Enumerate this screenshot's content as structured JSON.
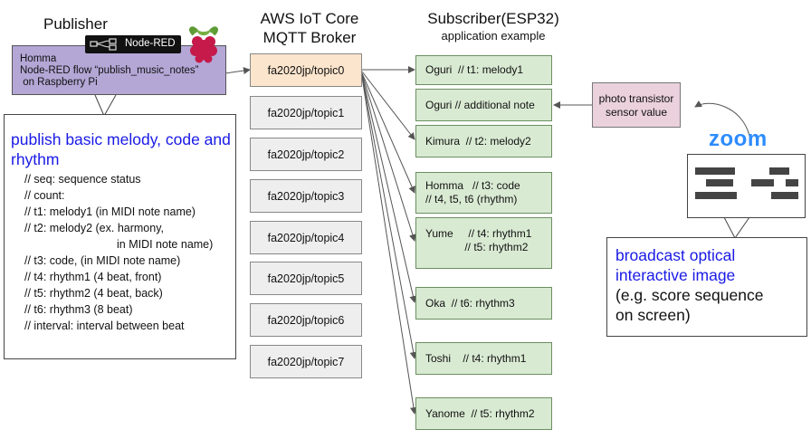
{
  "publisher": {
    "heading": "Publisher",
    "nodered_label": "Node-RED",
    "box_lines": [
      "Homma",
      "Node-RED flow “publish_music_notes”",
      " on Raspberry Pi"
    ]
  },
  "broker": {
    "heading_line1": "AWS IoT Core",
    "heading_line2": "MQTT Broker",
    "topics": [
      "fa2020jp/topic0",
      "fa2020jp/topic1",
      "fa2020jp/topic2",
      "fa2020jp/topic3",
      "fa2020jp/topic4",
      "fa2020jp/topic5",
      "fa2020jp/topic6",
      "fa2020jp/topic7"
    ]
  },
  "subscriber": {
    "heading": "Subscriber(ESP32)",
    "subheading": "application example",
    "items": [
      "Oguri  // t1: melody1",
      "Oguri // additional note",
      "Kimura  // t2: melody2",
      "Homma   // t3: code\n// t4, t5, t6 (rhythm)",
      "Yume     // t4: rhythm1\n             // t5: rhythm2",
      "Oka  // t6: rhythm3",
      "Toshi    // t4: rhythm1",
      "Yanome  // t5: rhythm2"
    ]
  },
  "callout": {
    "title": "publish basic melody, code and rhythm",
    "lines": [
      "// seq: sequence status",
      "// count:",
      "// t1: melody1 (in MIDI note name)",
      "// t2: melody2 (ex. harmony,",
      "in MIDI note name)",
      "// t3: code,  (in MIDI note name)",
      "// t4: rhythm1 (4 beat, front)",
      "// t5: rhythm2 (4 beat, back)",
      "// t6: rhythm3 (8 beat)",
      "// interval: interval between beat"
    ]
  },
  "sensor": {
    "line1": "photo transistor",
    "line2": "sensor value"
  },
  "zoom": {
    "logo": "zoom"
  },
  "broadcast": {
    "line1": "broadcast optical",
    "line2": "interactive image",
    "line3": "(e.g. score sequence",
    "line4": "on screen)"
  },
  "colors": {
    "publisher_box": "#b4a7d6",
    "topic_active": "#fce5cd",
    "topic_box": "#eeeeee",
    "subscriber_box": "#d9ead3",
    "sensor_box": "#ead1dc",
    "accent_blue": "#1a1ae6",
    "zoom_blue": "#2d8cff"
  },
  "icons": [
    "node-red-icon",
    "raspberry-pi-icon",
    "zoom-screen-icon"
  ]
}
